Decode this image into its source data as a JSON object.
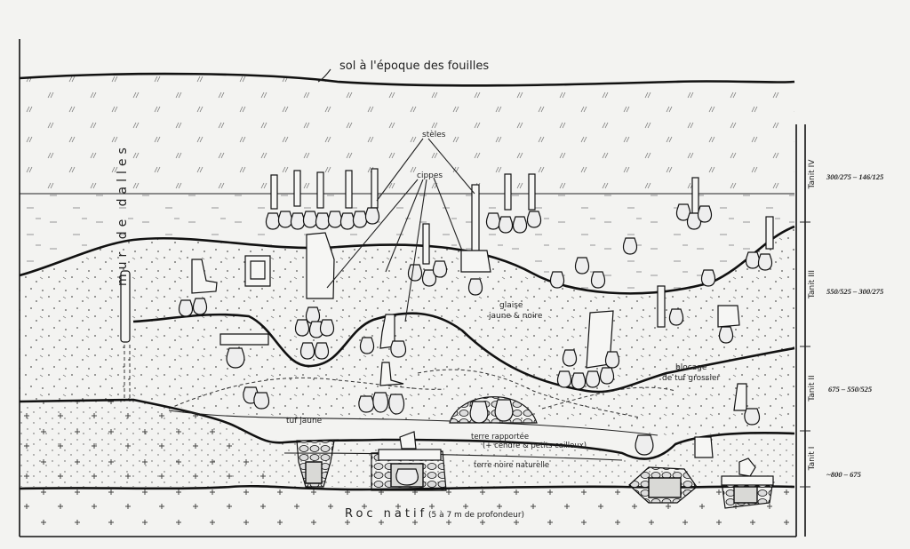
{
  "labels": {
    "surface": "sol à l'époque des fouilles",
    "wall": "mur de dalles",
    "steles": "stèles",
    "cippes": "cippes",
    "clay_1": "glaise",
    "clay_2": "jaune & noire",
    "blocage_1": "blocage",
    "blocage_2": "de tuf grossier",
    "tuf": "tuf jaune",
    "terre_rap_1": "terre rapportée",
    "terre_rap_2": "(+ cendre & petits cailloux)",
    "terre_noire": "terre noire naturelle",
    "roc": "Roc natif",
    "roc_depth": "(5 à 7 m de profondeur)"
  },
  "levels": [
    {
      "name": "Tanit IV",
      "dates": "300/275 – 146/125"
    },
    {
      "name": "Tanit III",
      "dates": "550/525 – 300/275"
    },
    {
      "name": "Tanit II",
      "dates": "675 – 550/525"
    },
    {
      "name": "Tanit I",
      "dates": "~800 – 675"
    }
  ]
}
